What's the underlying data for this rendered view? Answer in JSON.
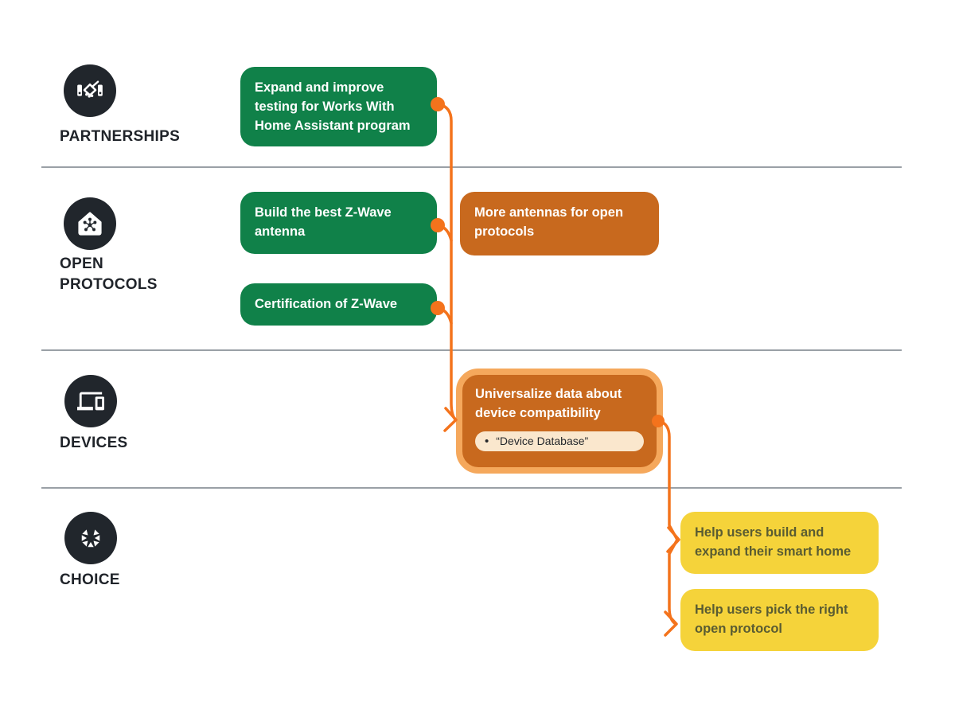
{
  "title": "Open protocols roadmap diagram",
  "colors": {
    "green": "#108149",
    "orange": "#c8691e",
    "highlight_border": "#f5a85c",
    "yellow": "#f5d33a",
    "yellow_text": "#5a5c32",
    "connector": "#f4731c",
    "icon_bg": "#21262c",
    "label_text": "#20242a",
    "separator": "#9aa0a6",
    "chip_bg": "#fae7cd",
    "chip_text": "#25282c",
    "card_text": "#ffffff"
  },
  "rows": {
    "partnerships": {
      "label": "PARTNERSHIPS",
      "icon": "handshake-icon"
    },
    "open_protocols": {
      "label": "OPEN PROTOCOLS",
      "icon": "house-mesh-icon"
    },
    "devices": {
      "label": "DEVICES",
      "icon": "devices-icon"
    },
    "choice": {
      "label": "CHOICE",
      "icon": "choice-wheel-icon"
    }
  },
  "cards": {
    "expand_testing": {
      "text": "Expand and improve testing for Works With Home Assistant program",
      "color": "green"
    },
    "zwave_antenna": {
      "text": "Build the best Z-Wave antenna",
      "color": "green"
    },
    "zwave_cert": {
      "text": "Certification of Z-Wave",
      "color": "green"
    },
    "more_antennas": {
      "text": "More antennas for open protocols",
      "color": "orange"
    },
    "universalize": {
      "title": "Universalize data about device compatibility",
      "chip_bullet": "•",
      "chip_text": "“Device Database”",
      "color": "orange",
      "highlighted": true
    },
    "help_build": {
      "text": "Help users build and expand their smart home",
      "color": "yellow"
    },
    "help_pick": {
      "text": "Help users pick the right open protocol",
      "color": "yellow"
    }
  }
}
